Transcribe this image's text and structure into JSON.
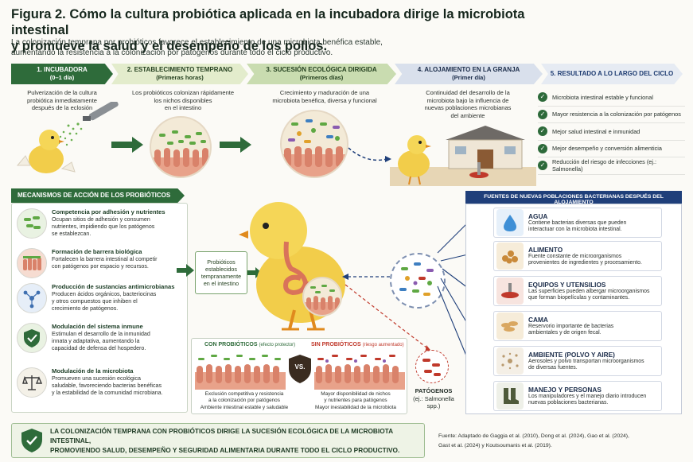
{
  "title_line1": "Figura 2. Cómo la cultura probiótica aplicada en la incubadora dirige la microbiota intestinal",
  "title_line2": "y promueve la salud y el desempeño de los pollos.",
  "subtitle_line1": "La colonización temprana por probióticos favorece el establecimiento de una microbiota benéfica estable,",
  "subtitle_line2": "aumentando la resistencia a la colonización por patógenos durante todo el ciclo productivo.",
  "stages": [
    {
      "label": "1. INCUBADORA",
      "sub": "(0–1 día)",
      "desc": [
        "Pulverización de la cultura",
        "probiótica inmediatamente",
        "después de la eclosión"
      ]
    },
    {
      "label": "2. ESTABLECIMIENTO TEMPRANO",
      "sub": "(Primeras horas)",
      "desc": [
        "Los probióticos colonizan rápidamente",
        "los nichos disponibles",
        "en el intestino"
      ]
    },
    {
      "label": "3. SUCESIÓN ECOLÓGICA DIRIGIDA",
      "sub": "(Primeros días)",
      "desc": [
        "Crecimiento y maduración de una",
        "microbiota benéfica, diversa y funcional"
      ]
    },
    {
      "label": "4. ALOJAMIENTO EN LA GRANJA",
      "sub": "(Primer día)",
      "desc": [
        "Continuidad del desarrollo de la",
        "microbiota bajo la influencia de",
        "nuevas poblaciones microbianas",
        "del ambiente"
      ]
    },
    {
      "label": "5. RESULTADO A LO LARGO DEL CICLO",
      "sub": "",
      "desc": []
    }
  ],
  "results": [
    "Microbiota intestinal estable y funcional",
    "Mayor resistencia a la colonización por patógenos",
    "Mejor salud intestinal e inmunidad",
    "Mejor desempeño y conversión alimenticia",
    "Reducción del riesgo de infecciones (ej.: Salmonella)"
  ],
  "mechanisms_title": "MECANISMOS DE ACCIÓN DE LOS PROBIÓTICOS",
  "mechanisms": [
    {
      "title": "Competencia por adhesión y nutrientes",
      "text": [
        "Ocupan sitios de adhesión y consumen",
        "nutrientes, impidiendo que los patógenos",
        "se establezcan."
      ],
      "icon": "bacteria-cluster-icon"
    },
    {
      "title": "Formación de barrera biológica",
      "text": [
        "Fortalecen la barrera intestinal al competir",
        "con patógenos por espacio y recursos."
      ],
      "icon": "intestinal-villi-icon"
    },
    {
      "title": "Producción de sustancias antimicrobianas",
      "text": [
        "Producen ácidos orgánicos, bacteriocinas",
        "y otros compuestos que inhiben el",
        "crecimiento de patógenos."
      ],
      "icon": "molecule-icon"
    },
    {
      "title": "Modulación del sistema inmune",
      "text": [
        "Estimulan el desarrollo de la inmunidad",
        "innata y adaptativa, aumentando la",
        "capacidad de defensa del hospedero."
      ],
      "icon": "shield-check-icon"
    },
    {
      "title": "Modulación de la microbiota",
      "text": [
        "Promueven una sucesión ecológica",
        "saludable, favoreciendo bacterias benéficas",
        "y la estabilidad de la comunidad microbiana."
      ],
      "icon": "balance-scale-icon"
    }
  ],
  "established_box": [
    "Probióticos",
    "establecidos",
    "tempranamente",
    "en el intestino"
  ],
  "comparison": {
    "with_title": "CON PROBIÓTICOS",
    "with_note": "(efecto protector)",
    "with_text": [
      "Exclusión competitiva y resistencia",
      "a la colonización por patógenos",
      "Ambiente intestinal estable y saludable"
    ],
    "vs": "VS.",
    "without_title": "SIN PROBIÓTICOS",
    "without_note": "(riesgo aumentado)",
    "without_text": [
      "Mayor disponibilidad de nichos",
      "y nutrientes para patógenos",
      "Mayor inestabilidad de la microbiota"
    ]
  },
  "pathogens_label": "PATÓGENOS",
  "pathogens_note": "(ej.: Salmonella spp.)",
  "sources_title": "FUENTES DE NUEVAS POBLACIONES BACTERIANAS DESPUÉS DEL ALOJAMIENTO",
  "sources": [
    {
      "title": "AGUA",
      "text": [
        "Contiene bacterias diversas que pueden",
        "interactuar con la microbiota intestinal."
      ],
      "icon": "water-drop-icon"
    },
    {
      "title": "ALIMENTO",
      "text": [
        "Fuente constante de microorganismos",
        "provenientes de ingredientes y procesamiento."
      ],
      "icon": "feed-pellets-icon"
    },
    {
      "title": "EQUIPOS Y UTENSILIOS",
      "text": [
        "Las superficies pueden albergar microorganismos",
        "que forman biopelículas y contaminantes."
      ],
      "icon": "feeder-icon"
    },
    {
      "title": "CAMA",
      "text": [
        "Reservorio importante de bacterias",
        "ambientales y de origen fecal."
      ],
      "icon": "wood-shavings-icon"
    },
    {
      "title": "AMBIENTE (POLVO Y AIRE)",
      "text": [
        "Aerosoles y polvo transportan microorganismos",
        "de diversas fuentes."
      ],
      "icon": "dust-particles-icon"
    },
    {
      "title": "MANEJO Y PERSONAS",
      "text": [
        "Los manipuladores y el manejo diario introducen",
        "nuevas poblaciones bacterianas."
      ],
      "icon": "boots-icon"
    }
  ],
  "footer_line1": "LA COLONIZACIÓN TEMPRANA CON PROBIÓTICOS DIRIGE LA SUCESIÓN ECOLÓGICA DE LA MICROBIOTA INTESTINAL,",
  "footer_line2": "PROMOVIENDO SALUD, DESEMPEÑO Y SEGURIDAD ALIMENTARIA DURANTE TODO EL CICLO PRODUCTIVO.",
  "source_line1": "Fuente: Adaptado de Gaggia et al. (2010), Dong et al. (2024), Gao et al. (2024),",
  "source_line2": "Gast et al. (2024) y Koutsoumanis et al. (2019).",
  "colors": {
    "green": "#2e6b3a",
    "navy": "#1f3f7a",
    "red": "#c0392b",
    "chick": "#f2cd4a"
  }
}
